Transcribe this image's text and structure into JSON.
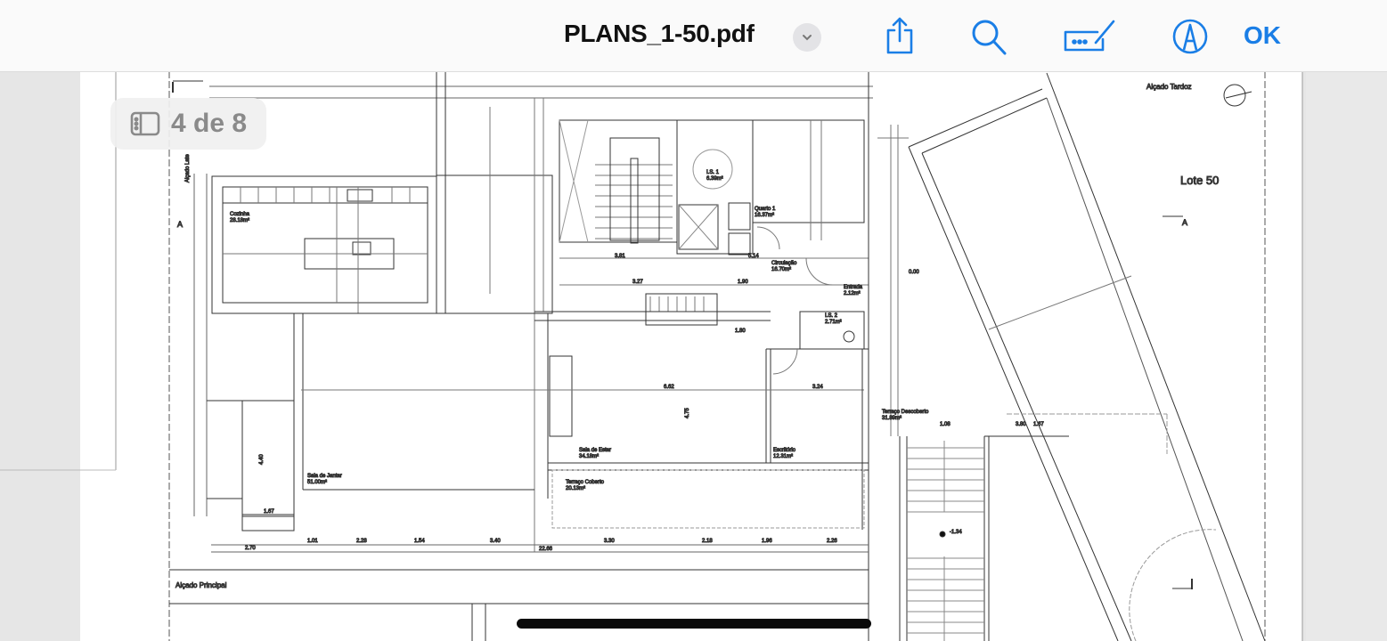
{
  "toolbar": {
    "title": "PLANS_1-50.pdf",
    "ok_label": "OK",
    "icons": [
      "chevron-down-icon",
      "share-icon",
      "search-icon",
      "signature-icon",
      "markup-pen-icon"
    ],
    "accent_color": "#1a7ee6"
  },
  "page_indicator": {
    "text": "4 de 8",
    "icon": "sidebar-icon"
  },
  "plan": {
    "lot_label": "Lote 50",
    "rear_elevation": "Alçado Tardoz",
    "main_elevation": "Alçado Principal",
    "section_marker": "A",
    "side_elevation": "Alçado Late",
    "rooms": {
      "cozinha": {
        "name": "Cozinha",
        "area": "28.18m²"
      },
      "sala_jantar": {
        "name": "Sala de Jantar",
        "area": "51.00m²"
      },
      "sala_estar": {
        "name": "Sala de Estar",
        "area": "34.18m²"
      },
      "escritorio": {
        "name": "Escritório",
        "area": "12.31m²"
      },
      "terraco_coberto": {
        "name": "Terraço Coberto",
        "area": "20.13m²"
      },
      "terraco_descoberto": {
        "name": "Terraço Descoberto",
        "area": "31.89m²"
      },
      "quarto": {
        "name": "Quarto 1",
        "area": "16.37m²"
      },
      "circulacao": {
        "name": "Circulação",
        "area": "16.70m²"
      },
      "entrada": {
        "name": "Entrada",
        "area": "2.12m²"
      },
      "is1": {
        "name": "I.S. 1",
        "area": "6.39m²"
      },
      "is2": {
        "name": "I.S. 2",
        "area": "2.71m²"
      }
    },
    "levels": {
      "entrance": "0.00",
      "lower": "-1.34"
    },
    "dimensions": [
      "2.70",
      "1.01",
      "2.28",
      "1.54",
      "3.40",
      "3.30",
      "2.18",
      "1.96",
      "2.26",
      "22.66",
      "4.40",
      "1.67",
      "3.27",
      "1.90",
      "5.14",
      "3.81",
      "6.62",
      "3.24",
      "1.80",
      "4.75",
      "1.08",
      "3.80",
      "1.67"
    ]
  }
}
